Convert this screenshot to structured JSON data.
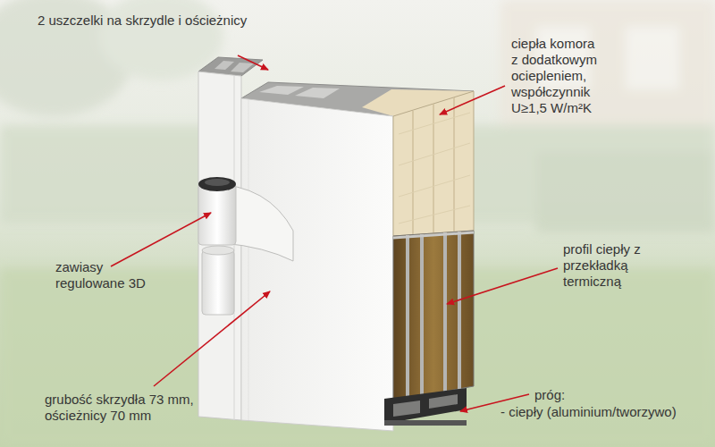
{
  "diagram": {
    "labels": [
      "2 uszczelki na skrzydle i ościeżnicy",
      "ciepła komora z dodatkowym ociepleniem, współczynnik U≥1,5 W/m²K",
      "profil ciepły z przekładką termiczną",
      "zawiasy regulowane 3D",
      "grubość skrzydła 73 mm, ościeżnicy 70 mm",
      "próg:",
      "- ciepły (aluminium/tworzywo)"
    ]
  }
}
